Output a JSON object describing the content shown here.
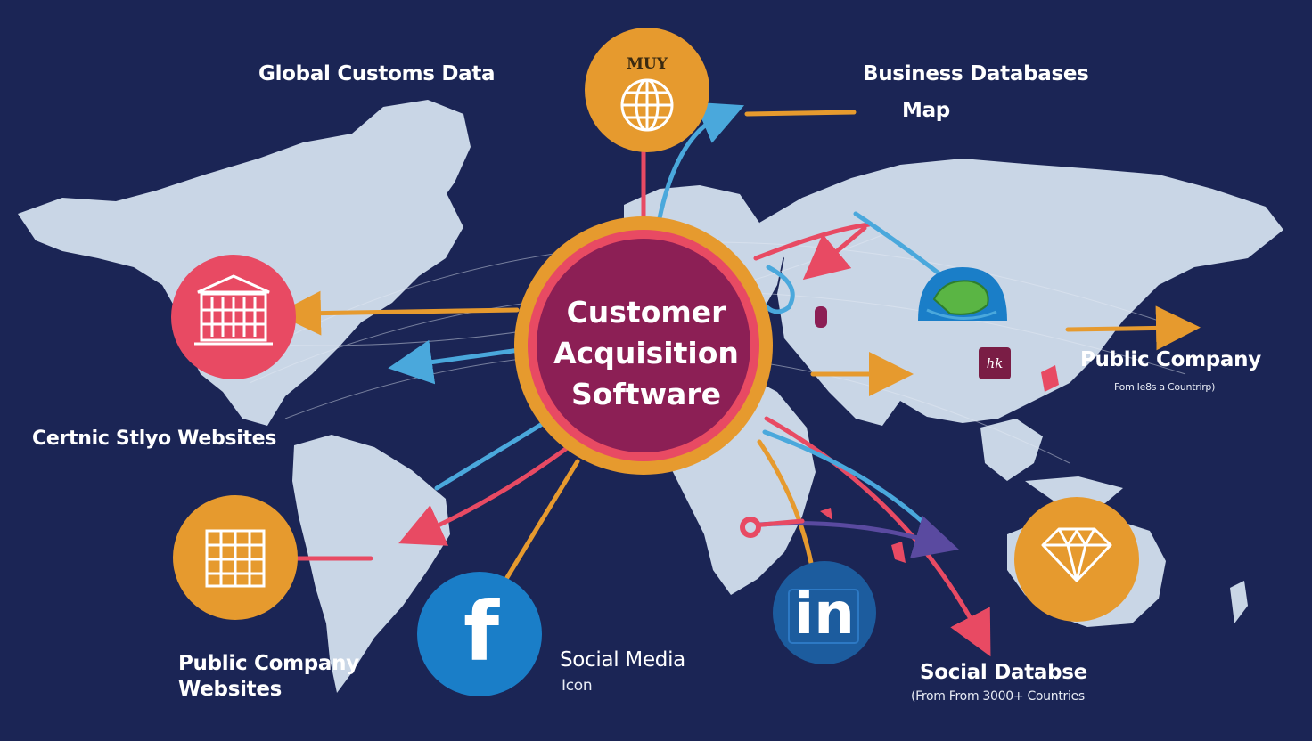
{
  "colors": {
    "background": "#1b2555",
    "map": "#c9d6e6",
    "hub_inner": "#8c1f55",
    "hub_ring_outer": "#e69a2e",
    "hub_ring_inner": "#e84a63",
    "orange": "#e69a2e",
    "red": "#e84a63",
    "blue": "#4aa8dc",
    "purple": "#5a4aa0",
    "facebook": "#1a7ec8",
    "linkedin": "#1c5c9e"
  },
  "hub": {
    "line1": "Customer",
    "line2": "Acquisition",
    "line3": "Software"
  },
  "nodes": {
    "globe": {
      "icon": "globe-icon",
      "label": "MUY"
    },
    "building": {
      "icon": "bank-building-icon"
    },
    "grid": {
      "icon": "grid-table-icon"
    },
    "facebook": {
      "icon": "facebook-icon",
      "letter": "f"
    },
    "linkedin": {
      "icon": "linkedin-icon",
      "letter": "in"
    },
    "diamond": {
      "icon": "diamond-icon"
    },
    "map_pin": {
      "icon": "map-dome-icon"
    },
    "hk_badge": {
      "icon": "hk-badge-icon",
      "text": "hk"
    }
  },
  "labels": {
    "global_customs": "Global Customs Data",
    "business_db_line1": "Business Databases",
    "business_db_line2": "Map",
    "certnic": "Certnic Stlyo Websites",
    "public_company_right": "Public Company",
    "public_company_right_sub": "Fom Ie8s a Countrirp)",
    "public_company_left_line1": "Public Company",
    "public_company_left_line2": "Websites",
    "social_media": "Social Media",
    "social_media_sub": "Icon",
    "social_database": "Social Databse",
    "social_database_sub": "(From From 3000+ Countries"
  }
}
